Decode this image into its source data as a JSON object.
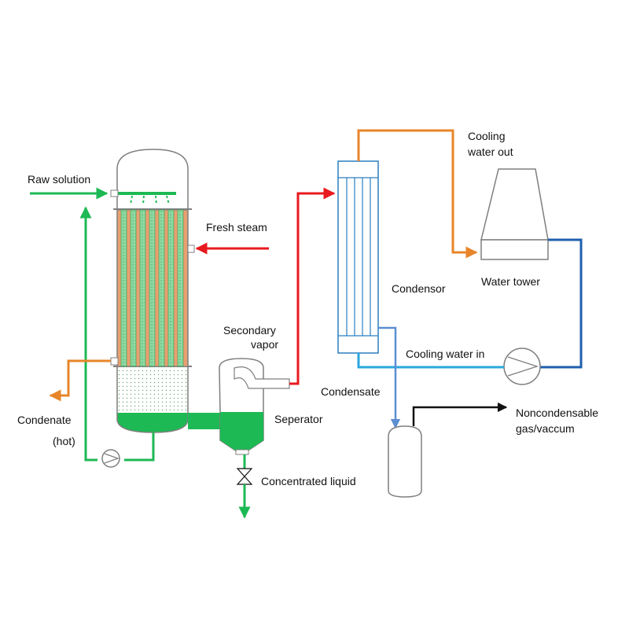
{
  "labels": {
    "raw_solution": "Raw solution",
    "fresh_steam": "Fresh steam",
    "condenate": "Condenate",
    "hot": "(hot)",
    "secondary": "Secondary",
    "vapor": "vapor",
    "seperator": "Seperator",
    "concentrated_liquid": "Concentrated liquid",
    "condensor": "Condensor",
    "condensate": "Condensate",
    "cooling_out_1": "Cooling",
    "cooling_out_2": "water out",
    "water_tower": "Water tower",
    "cooling_in": "Cooling water in",
    "noncond_1": "Noncondensable",
    "noncond_2": "gas/vaccum"
  },
  "colors": {
    "feed_liquid": "#1db954",
    "steam": "#e8191f",
    "condensate_hot": "#e8852a",
    "cooling_water_cold": "#2aa7df",
    "cooling_water_return": "#1f5fae",
    "condensate_line": "#5b8fd1",
    "heating_shell": "#e8a070",
    "vessel_outline": "#7f7f7f"
  }
}
